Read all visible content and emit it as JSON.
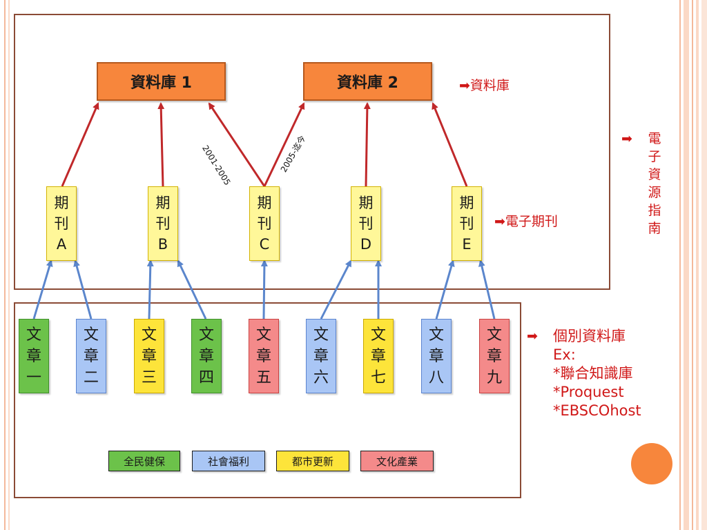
{
  "databases": [
    {
      "label": "資料庫 1"
    },
    {
      "label": "資料庫 2"
    }
  ],
  "journals": [
    {
      "chars": [
        "期",
        "刊",
        "A"
      ]
    },
    {
      "chars": [
        "期",
        "刊",
        "B"
      ]
    },
    {
      "chars": [
        "期",
        "刊",
        "C"
      ]
    },
    {
      "chars": [
        "期",
        "刊",
        "D"
      ]
    },
    {
      "chars": [
        "期",
        "刊",
        "E"
      ]
    }
  ],
  "articles": [
    {
      "chars": [
        "文",
        "章",
        "一"
      ],
      "color": "#6cc24a"
    },
    {
      "chars": [
        "文",
        "章",
        "二"
      ],
      "color": "#a9c6f5"
    },
    {
      "chars": [
        "文",
        "章",
        "三"
      ],
      "color": "#fde43a"
    },
    {
      "chars": [
        "文",
        "章",
        "四"
      ],
      "color": "#6cc24a"
    },
    {
      "chars": [
        "文",
        "章",
        "五"
      ],
      "color": "#f48a8a"
    },
    {
      "chars": [
        "文",
        "章",
        "六"
      ],
      "color": "#a9c6f5"
    },
    {
      "chars": [
        "文",
        "章",
        "七"
      ],
      "color": "#fde43a"
    },
    {
      "chars": [
        "文",
        "章",
        "八"
      ],
      "color": "#a9c6f5"
    },
    {
      "chars": [
        "文",
        "章",
        "九"
      ],
      "color": "#f48a8a"
    }
  ],
  "edge_labels": {
    "c_to_db1": "2001-2005",
    "c_to_db2": "2005-迄今"
  },
  "legend": [
    {
      "label": "全民健保",
      "color": "#6cc24a"
    },
    {
      "label": "社會福利",
      "color": "#a9c6f5"
    },
    {
      "label": "都市更新",
      "color": "#fde43a"
    },
    {
      "label": "文化產業",
      "color": "#f48a8a"
    }
  ],
  "annotations": {
    "database": "資料庫",
    "ejournal": "電子期刊",
    "eresource_chars": [
      "電",
      "子",
      "資",
      "源",
      "指",
      "南"
    ],
    "individual": [
      "個別資料庫",
      "Ex:",
      "*聯合知識庫",
      "*Proquest",
      "*EBSCOhost"
    ]
  },
  "colors": {
    "arrow_red": "#c0282a",
    "arrow_blue": "#5b86cc",
    "annotation_red": "#d01818",
    "frame": "#8a4a35",
    "circle": "#f7863c"
  }
}
